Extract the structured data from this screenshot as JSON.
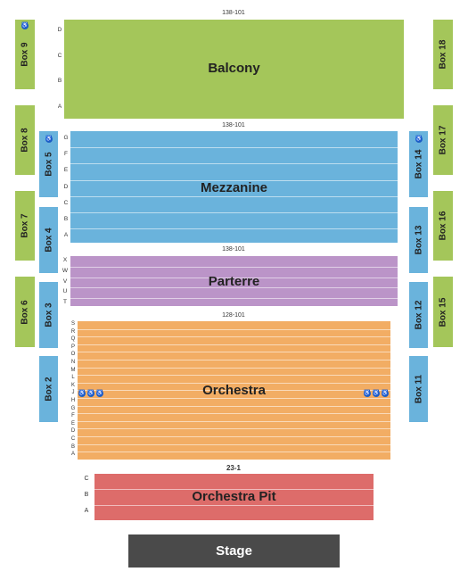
{
  "sections": {
    "balcony": {
      "name": "Balcony",
      "seats": "138-101",
      "rows": [
        "D",
        "C",
        "B",
        "A"
      ],
      "color": "#a4c65a"
    },
    "mezzanine": {
      "name": "Mezzanine",
      "seats": "138-101",
      "rows": [
        "G",
        "F",
        "E",
        "D",
        "C",
        "B",
        "A"
      ],
      "color": "#6ab3dc"
    },
    "parterre": {
      "name": "Parterre",
      "seats": "138-101",
      "rows": [
        "X",
        "W",
        "V",
        "U",
        "T"
      ],
      "color": "#bb94c8"
    },
    "orchestra": {
      "name": "Orchestra",
      "seats": "128-101",
      "rows": [
        "S",
        "R",
        "Q",
        "P",
        "O",
        "N",
        "M",
        "L",
        "K",
        "J",
        "H",
        "G",
        "F",
        "E",
        "D",
        "C",
        "B",
        "A"
      ],
      "color": "#f2ad64"
    },
    "orchestra_pit": {
      "name": "Orchestra Pit",
      "seats": "23-1",
      "rows": [
        "C",
        "B",
        "A"
      ],
      "color": "#dd6c6a"
    },
    "stage": {
      "name": "Stage",
      "color": "#4a4a4a"
    }
  },
  "boxes": {
    "left_outer": [
      "Box 9",
      "Box 8",
      "Box 7",
      "Box 6"
    ],
    "left_inner": [
      "Box 5",
      "Box 4",
      "Box 3",
      "Box 2"
    ],
    "right_inner": [
      "Box 14",
      "Box 13",
      "Box 12",
      "Box 11"
    ],
    "right_outer": [
      "Box 18",
      "Box 17",
      "Box 16",
      "Box 15"
    ]
  },
  "accessibility_icon": "wheelchair-icon",
  "ada_symbol": "♿"
}
